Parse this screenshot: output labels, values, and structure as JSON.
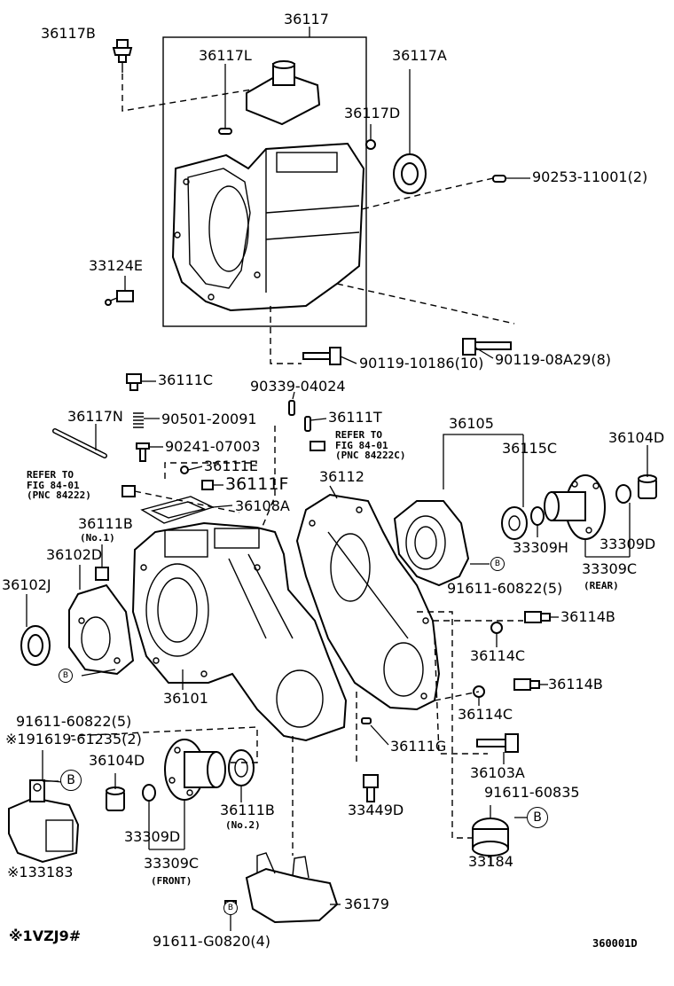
{
  "labels": {
    "p36117": "36117",
    "p36117B": "36117B",
    "p36117L": "36117L",
    "p36117A": "36117A",
    "p36117D": "36117D",
    "p90253": "90253-11001(2)",
    "p33124E": "33124E",
    "p90119a": "90119-10186(10)",
    "p90119b": "90119-08A29(8)",
    "p36111C": "36111C",
    "p90339": "90339-04024",
    "p36117N": "36117N",
    "p90501": "90501-20091",
    "p36111T": "36111T",
    "p90241": "90241-07003",
    "p36111E": "36111E",
    "p36111F": "36111F",
    "p36105": "36105",
    "p36115C": "36115C",
    "p36104D_top": "36104D",
    "p36112": "36112",
    "p36108A": "36108A",
    "p36111B_top": "36111B",
    "p36111B_top_sub": "(No.1)",
    "p36102D": "36102D",
    "p36102J": "36102J",
    "p33309H": "33309H",
    "p33309D_right": "33309D",
    "p33309C_right": "33309C",
    "p33309C_right_sub": "(REAR)",
    "p91611_mid": "91611-60822(5)",
    "p36114B_a": "36114B",
    "p36114C_a": "36114C",
    "p36101": "36101",
    "p91611_left": "91611-60822(5)",
    "p36114B_b": "36114B",
    "p36114C_b": "36114C",
    "p191619": "※191619-61235(2)",
    "p36111G": "36111G",
    "p36104D_bottom": "36104D",
    "p36103A": "36103A",
    "p91611_60835": "91611-60835",
    "p36111B_bottom": "36111B",
    "p36111B_bottom_sub": "(No.2)",
    "p33449D": "33449D",
    "p33309D_bottom": "33309D",
    "p33309C_bottom": "33309C",
    "p33309C_bottom_sub": "(FRONT)",
    "p133183": "※133183",
    "p33184": "33184",
    "p36179": "36179",
    "p91611_G0820": "91611-G0820(4)",
    "footnote": "※1VZJ9#",
    "figure_id": "360001D"
  },
  "refer_notes": {
    "a": "REFER TO\nFIG 84-01\n(PNC 84222C)",
    "b": "REFER TO\nFIG 84-01\n(PNC 84222)"
  },
  "marks": {
    "B": "B"
  }
}
